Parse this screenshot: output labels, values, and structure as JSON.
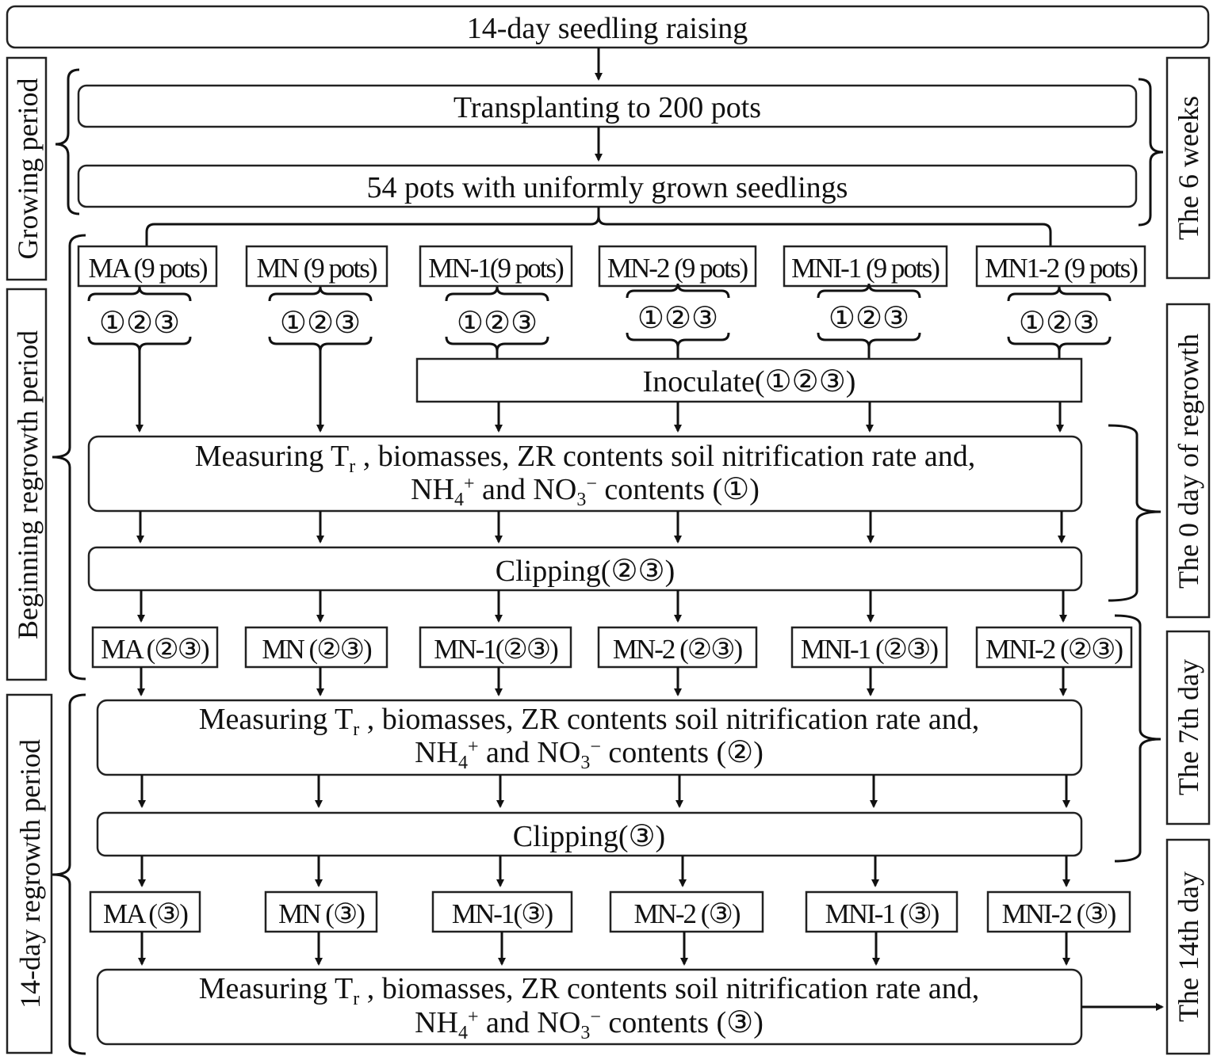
{
  "top": {
    "seedling": "14-day seedling raising"
  },
  "growing": {
    "transplant": "Transplanting to 200 pots",
    "uniform": "54 pots with uniformly grown seedlings"
  },
  "groups": [
    "MA (9 pots)",
    "MN (9 pots)",
    "MN-1(9 pots)",
    "MN-2 (9 pots)",
    "MNI-1 (9 pots)",
    "MN1-2 (9 pots)"
  ],
  "replicates": "①②③",
  "inoculate": "Inoculate(①②③)",
  "measure": {
    "prefix": "Measuring T",
    "sub_r": "r",
    "line1_rest": " , biomasses, ZR contents soil nitrification rate and,",
    "nh": "NH",
    "sub_4": "4",
    "sup_plus": "+",
    "and_no": " and NO",
    "sub_3": "3",
    "sup_minus": "−",
    "contents": " contents",
    "rep1": "(①)",
    "rep2": "(②)",
    "rep3": "(③)"
  },
  "clipping1": "Clipping(②③)",
  "clipping2": "Clipping(③)",
  "after_clip1": [
    "MA (②③)",
    "MN (②③)",
    "MN-1(②③)",
    "MN-2 (②③)",
    "MNI-1 (②③)",
    "MNI-2 (②③)"
  ],
  "after_clip2": [
    "MA (③)",
    "MN (③)",
    "MN-1(③)",
    "MN-2 (③)",
    "MNI-1 (③)",
    "MNI-2 (③)"
  ],
  "left_labels": {
    "growing": "Growing period",
    "beginning": "Beginning regrowth period",
    "regrowth14": "14-day regrowth period"
  },
  "right_labels": {
    "weeks6": "The 6 weeks",
    "day0": "The 0 day of regrowth",
    "day7": "The 7th day",
    "day14": "The 14th day"
  }
}
